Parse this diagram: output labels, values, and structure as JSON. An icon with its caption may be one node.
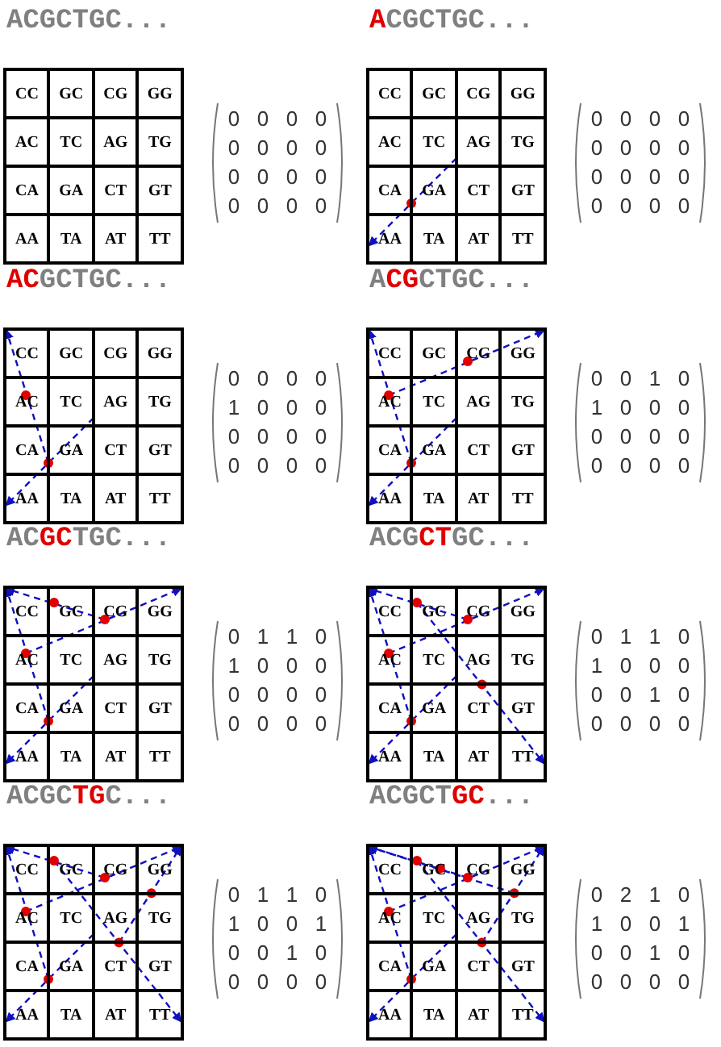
{
  "diagram": {
    "labels": [
      "ACGCTGC...",
      "CC",
      "GC",
      "CG",
      "GG",
      "AC",
      "TC",
      "AG",
      "TG",
      "CA",
      "GA",
      "CT",
      "GT",
      "AA",
      "TA",
      "AT",
      "TT",
      "0",
      "0",
      "0",
      "0",
      "0",
      "0",
      "0",
      "0",
      "0",
      "0",
      "0",
      "0",
      "0",
      "0",
      "0",
      "0",
      "**A**CGCTGC...",
      "CC",
      "GC",
      "CG",
      "GG",
      "AC",
      "TC",
      "AG",
      "TG",
      "CA",
      "GA",
      "CT",
      "GT",
      "AA",
      "TA",
      "AT",
      "TT",
      "0",
      "0",
      "0",
      "0",
      "0",
      "0",
      "0",
      "0",
      "0",
      "0",
      "0",
      "0",
      "0",
      "0",
      "0",
      "0",
      "**AC**GCTGC...",
      "CC",
      "GC",
      "CG",
      "GG",
      "AC",
      "TC",
      "AG",
      "TG",
      "CA",
      "GA",
      "CT",
      "GT",
      "AA",
      "TA",
      "AT",
      "TT",
      "0",
      "0",
      "0",
      "0",
      "1",
      "0",
      "0",
      "0",
      "0",
      "0",
      "0",
      "0",
      "0",
      "0",
      "0",
      "0",
      "A**CG**CTGC...",
      "CC",
      "GC",
      "CG",
      "GG",
      "AC",
      "TC",
      "AG",
      "TG",
      "CA",
      "GA",
      "CT",
      "GT",
      "AA",
      "TA",
      "AT",
      "TT",
      "0",
      "0",
      "1",
      "0",
      "1",
      "0",
      "0",
      "0",
      "0",
      "0",
      "0",
      "0",
      "0",
      "0",
      "0",
      "0",
      "AC**GC**TGC...",
      "CC",
      "GC",
      "CG",
      "GG",
      "AC",
      "TC",
      "AG",
      "TG",
      "CA",
      "GA",
      "CT",
      "GT",
      "AA",
      "TA",
      "AT",
      "TT",
      "0",
      "1",
      "1",
      "0",
      "1",
      "0",
      "0",
      "0",
      "0",
      "0",
      "0",
      "0",
      "0",
      "0",
      "0",
      "0",
      "ACG**CT**GC...",
      "CC",
      "GC",
      "CG",
      "GG",
      "AC",
      "TC",
      "AG",
      "TG",
      "CA",
      "GA",
      "CT",
      "GT",
      "AA",
      "TA",
      "AT",
      "TT",
      "0",
      "1",
      "1",
      "0",
      "1",
      "0",
      "0",
      "0",
      "0",
      "0",
      "1",
      "0",
      "0",
      "0",
      "0",
      "0",
      "ACGC**TG**C...",
      "CC",
      "GC",
      "CG",
      "GG",
      "AC",
      "TC",
      "AG",
      "TG",
      "CA",
      "GA",
      "CT",
      "GT",
      "AA",
      "TA",
      "AT",
      "TT",
      "0",
      "1",
      "1",
      "0",
      "1",
      "0",
      "0",
      "1",
      "0",
      "0",
      "1",
      "0",
      "0",
      "0",
      "0",
      "0",
      "ACGCT**GC**...",
      "CC",
      "GC",
      "CG",
      "GG",
      "AC",
      "TC",
      "AG",
      "TG",
      "CA",
      "GA",
      "CT",
      "GT",
      "AA",
      "TA",
      "AT",
      "TT",
      "0",
      "2",
      "1",
      "0",
      "1",
      "0",
      "0",
      "1",
      "0",
      "0",
      "1",
      "0",
      "0",
      "0",
      "0",
      "0"
    ]
  }
}
